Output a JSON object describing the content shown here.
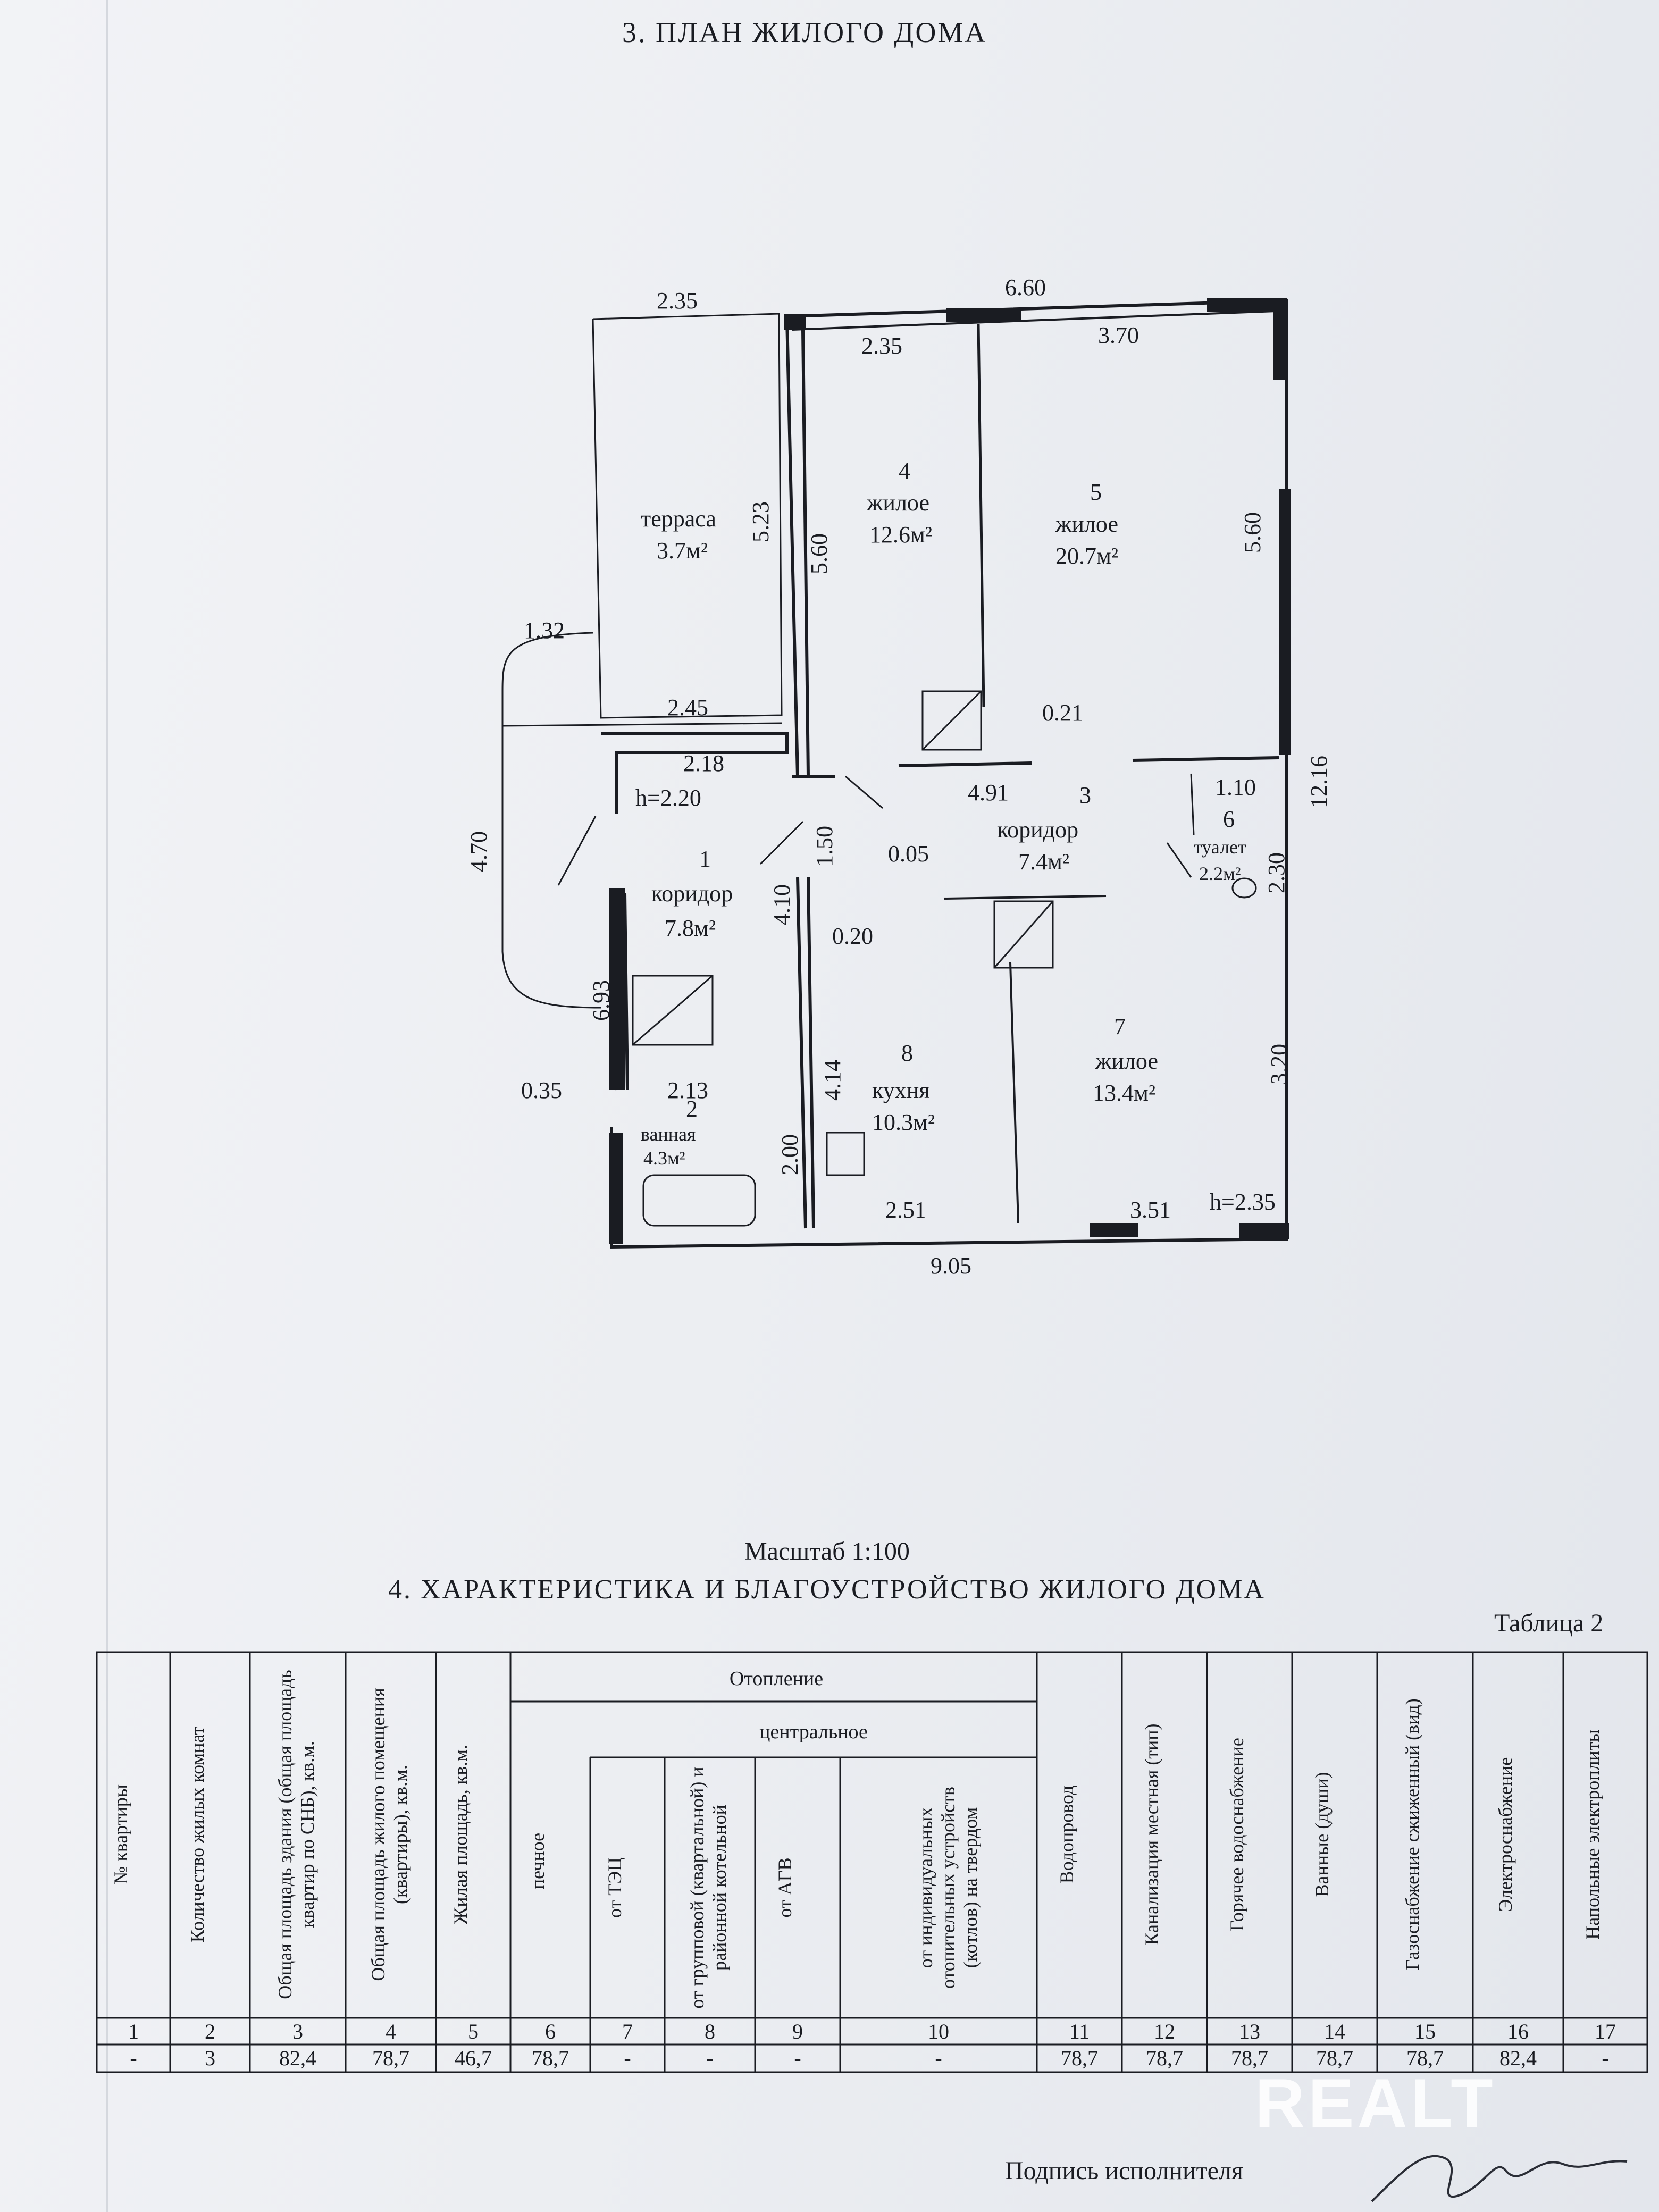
{
  "header": {
    "plan_title": "3. ПЛАН ЖИЛОГО ДОМА"
  },
  "plan": {
    "dims": {
      "terrace_top": "2.35",
      "top_total": "6.60",
      "room4_top": "2.35",
      "room5_top": "3.70",
      "terrace_side": "5.23",
      "room4_side": "5.60",
      "room5_side": "5.60",
      "total_right": "12.16",
      "porch_top": "1.32",
      "terrace_bottom": "2.45",
      "corr1_top": "2.18",
      "corr1_h": "h=2.20",
      "left_total": "4.70",
      "corr1_gap": "1.50",
      "corr1_side": "4.10",
      "door_005": "0.05",
      "wall_020": "0.20",
      "left_side": "6.93",
      "bath_top": "2.13",
      "bath_w": "0.35",
      "bath_side": "2.00",
      "kitchen_side": "4.14",
      "room3_w": "4.91",
      "wall_021": "0.21",
      "toilet_w": "1.10",
      "toilet_side": "2.30",
      "room7_side": "3.20",
      "kitchen_bottom": "2.51",
      "room7_bottom": "3.51",
      "bottom_total": "9.05",
      "h_right": "h=2.35"
    },
    "rooms": {
      "terrace": {
        "name": "терраса",
        "area": "3.7м²"
      },
      "r4": {
        "num": "4",
        "name": "жилое",
        "area": "12.6м²"
      },
      "r5": {
        "num": "5",
        "name": "жилое",
        "area": "20.7м²"
      },
      "r1": {
        "num": "1",
        "name": "коридор",
        "area": "7.8м²"
      },
      "r3": {
        "num": "3",
        "name": "коридор",
        "area": "7.4м²"
      },
      "r6": {
        "num": "6",
        "name": "туалет",
        "area": "2.2м²"
      },
      "r2": {
        "num": "2",
        "name": "ванная",
        "area": "4.3м²"
      },
      "r8": {
        "num": "8",
        "name": "кухня",
        "area": "10.3м²"
      },
      "r7": {
        "num": "7",
        "name": "жилое",
        "area": "13.4м²"
      }
    }
  },
  "scale": "Масштаб 1:100",
  "section4_title": "4. ХАРАКТЕРИСТИКА И БЛАГОУСТРОЙСТВО ЖИЛОГО ДОМА",
  "table_label": "Таблица 2",
  "table": {
    "heating_group": "Отопление",
    "central_group": "центральное",
    "columns": [
      "№ квартиры",
      "Количество жилых комнат",
      "Общая площадь здания (общая площадь квартир по СНБ), кв.м.",
      "Общая площадь жилого помещения (квартиры), кв.м.",
      "Жилая площадь, кв.м.",
      "печное",
      "от ТЭЦ",
      "от групповой (квартальной) и районной котельной",
      "от АГВ",
      "от индивидуальных отопительных устройств (котлов) на твердом",
      "Водопровод",
      "Канализация местная (тип)",
      "Горячее водоснабжение",
      "Ванные (души)",
      "Газоснабжение сжиженный (вид)",
      "Электроснабжение",
      "Напольные электроплиты"
    ],
    "numbers": [
      "1",
      "2",
      "3",
      "4",
      "5",
      "6",
      "7",
      "8",
      "9",
      "10",
      "11",
      "12",
      "13",
      "14",
      "15",
      "16",
      "17"
    ],
    "row": [
      "-",
      "3",
      "82,4",
      "78,7",
      "46,7",
      "78,7",
      "-",
      "-",
      "-",
      "-",
      "78,7",
      "78,7",
      "78,7",
      "78,7",
      "78,7",
      "82,4",
      "-"
    ]
  },
  "signature_label": "Подпись исполнителя",
  "watermark": "REALT"
}
